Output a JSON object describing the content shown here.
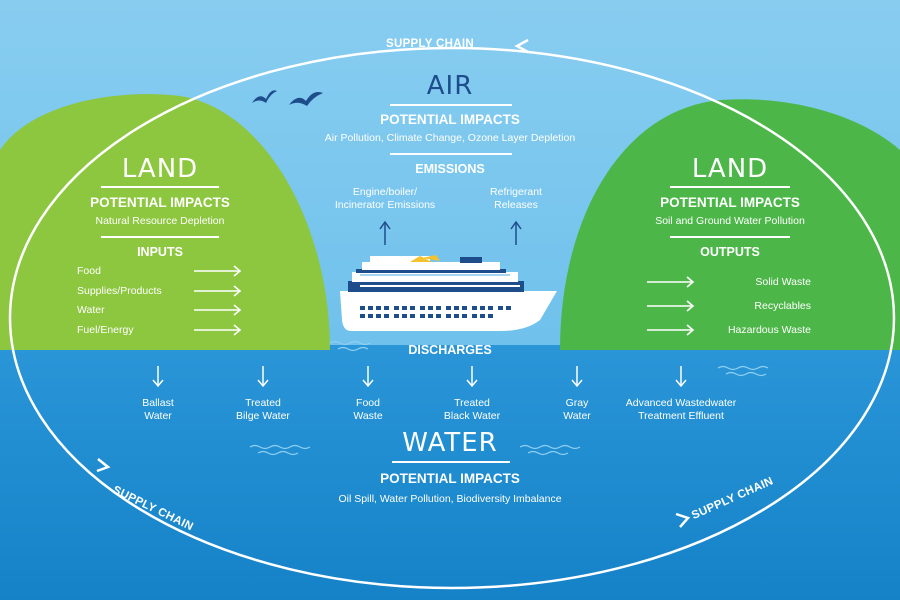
{
  "supply_chain_label": "SUPPLY CHAIN",
  "air": {
    "title": "AIR",
    "impacts_title": "POTENTIAL IMPACTS",
    "impacts_text": "Air Pollution, Climate Change, Ozone Layer Depletion",
    "emissions_title": "EMISSIONS",
    "emissions": [
      "Engine/boiler/\nIncinerator Emissions",
      "Refrigerant\nReleases"
    ]
  },
  "land_left": {
    "title": "LAND",
    "impacts_title": "POTENTIAL IMPACTS",
    "impacts_text": "Natural Resource Depletion",
    "section_title": "INPUTS",
    "items": [
      "Food",
      "Supplies/Products",
      "Water",
      "Fuel/Energy"
    ]
  },
  "land_right": {
    "title": "LAND",
    "impacts_title": "POTENTIAL IMPACTS",
    "impacts_text": "Soil and Ground Water Pollution",
    "section_title": "OUTPUTS",
    "items": [
      "Solid Waste",
      "Recyclables",
      "Hazardous Waste"
    ]
  },
  "discharges": {
    "title": "DISCHARGES",
    "items": [
      "Ballast\nWater",
      "Treated\nBilge Water",
      "Food\nWaste",
      "Treated\nBlack Water",
      "Gray\nWater",
      "Advanced Wastedwater\nTreatment Effluent"
    ]
  },
  "water": {
    "title": "WATER",
    "impacts_title": "POTENTIAL IMPACTS",
    "impacts_text": "Oil Spill, Water Pollution, Biodiversity Imbalance"
  },
  "colors": {
    "sky": "#7ec8ee",
    "water": "#1d8fd4",
    "land_left": "#8dc63f",
    "land_right": "#4cb748",
    "text": "#ffffff",
    "air_title": "#1e4d8c"
  }
}
